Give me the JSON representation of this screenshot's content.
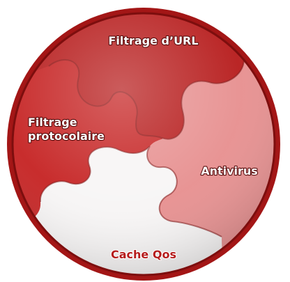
{
  "pieces": [
    {
      "id": "url",
      "label_lines": [
        "Filtrage d’URL"
      ],
      "color": "#b71d1d"
    },
    {
      "id": "protocol",
      "label_lines": [
        "Filtrage",
        "protocolaire"
      ],
      "color": "#c62424"
    },
    {
      "id": "antivirus",
      "label_lines": [
        "Antivirus"
      ],
      "color": "#e79090"
    },
    {
      "id": "cache",
      "label_lines": [
        "Cache Qos"
      ],
      "color": "#f7f5f5"
    }
  ],
  "rim_color": "#a31616"
}
